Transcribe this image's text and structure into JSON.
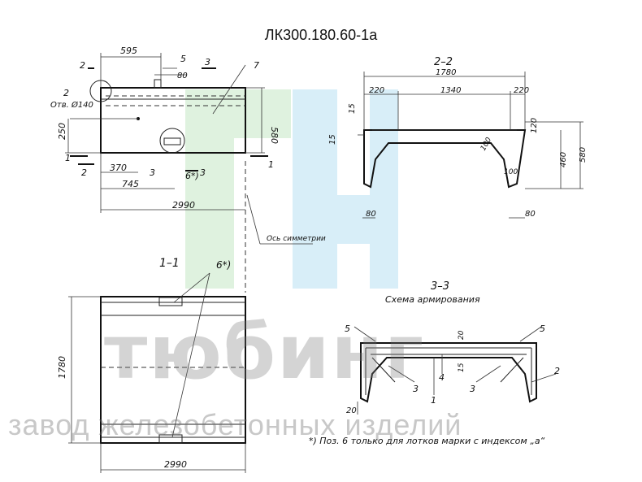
{
  "title": "ЛК300.180.60-1а",
  "watermark": {
    "big": "тюбинг",
    "small": "завод железобетонных изделий",
    "logo_colors": [
      "#d8f0d8",
      "#cfeaf6"
    ]
  },
  "plan": {
    "dims": {
      "d595": "595",
      "d80": "80",
      "d580": "580",
      "d250": "250",
      "d370": "370",
      "d745": "745",
      "d2990": "2990"
    },
    "labels": {
      "hole": "Отв. Ø140",
      "pos2": "2",
      "pos3": "3",
      "pos5": "5",
      "pos6": "6*)",
      "pos7": "7"
    },
    "cuts": {
      "c1a": "1",
      "c1b": "1",
      "c2a": "2",
      "c2b": "2",
      "c3a": "3",
      "c3b": "3"
    },
    "axis": "Ось симметрии"
  },
  "section22": {
    "title": "2–2",
    "dims": {
      "d1780": "1780",
      "d220a": "220",
      "d1340": "1340",
      "d220b": "220",
      "d15a": "15",
      "d15b": "15",
      "d120": "120",
      "d100a": "100",
      "d100b": "100",
      "d460": "460",
      "d580": "580",
      "d80a": "80",
      "d80b": "80"
    }
  },
  "section11": {
    "title": "1–1",
    "label6": "6*)",
    "dims": {
      "d1780": "1780",
      "d2990": "2990"
    }
  },
  "section33": {
    "title": "3–3",
    "subtitle": "Схема армирования",
    "labels": {
      "p5a": "5",
      "p5b": "5",
      "p2": "2",
      "p3a": "3",
      "p3b": "3",
      "p4": "4",
      "p1": "1",
      "d20a": "20",
      "d15": "15",
      "d20b": "20"
    }
  },
  "footnote": "*) Поз. 6 только для лотков марки с индексом „а“"
}
